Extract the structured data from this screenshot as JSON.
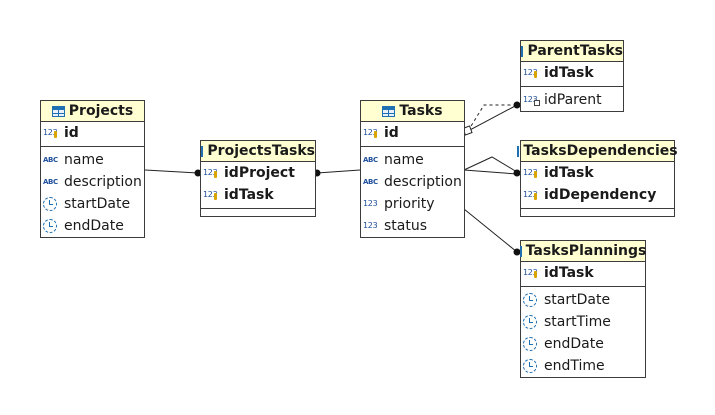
{
  "entities": {
    "projects": {
      "name": "Projects",
      "keys": [
        {
          "name": "id",
          "icon": "number-key-icon"
        }
      ],
      "attrs": [
        {
          "name": "name",
          "icon": "text-icon"
        },
        {
          "name": "description",
          "icon": "text-icon"
        },
        {
          "name": "startDate",
          "icon": "clock-icon"
        },
        {
          "name": "endDate",
          "icon": "clock-icon"
        }
      ]
    },
    "projects_tasks": {
      "name": "ProjectsTasks",
      "keys": [
        {
          "name": "idProject",
          "icon": "number-key-icon"
        },
        {
          "name": "idTask",
          "icon": "number-key-icon"
        }
      ],
      "attrs": []
    },
    "tasks": {
      "name": "Tasks",
      "keys": [
        {
          "name": "id",
          "icon": "number-key-icon"
        }
      ],
      "attrs": [
        {
          "name": "name",
          "icon": "text-icon"
        },
        {
          "name": "description",
          "icon": "text-icon"
        },
        {
          "name": "priority",
          "icon": "number-icon"
        },
        {
          "name": "status",
          "icon": "number-icon"
        }
      ]
    },
    "parent_tasks": {
      "name": "ParentTasks",
      "keys": [
        {
          "name": "idTask",
          "icon": "number-key-icon"
        }
      ],
      "attrs": [
        {
          "name": "idParent",
          "icon": "number-fk-icon"
        }
      ]
    },
    "tasks_dependencies": {
      "name": "TasksDependencies",
      "keys": [
        {
          "name": "idTask",
          "icon": "number-key-icon"
        },
        {
          "name": "idDependency",
          "icon": "number-key-icon"
        }
      ],
      "attrs": []
    },
    "tasks_plannings": {
      "name": "TasksPlannings",
      "keys": [
        {
          "name": "idTask",
          "icon": "number-key-icon"
        }
      ],
      "attrs": [
        {
          "name": "startDate",
          "icon": "clock-icon"
        },
        {
          "name": "startTime",
          "icon": "clock-icon"
        },
        {
          "name": "endDate",
          "icon": "clock-icon"
        },
        {
          "name": "endTime",
          "icon": "clock-icon"
        }
      ]
    }
  },
  "icon_glyphs": {
    "number": "123",
    "text": "ABC"
  },
  "colors": {
    "header_bg": "#ffffd2",
    "border": "#3c3c3c",
    "icon_blue": "#1f4f9b",
    "key_gold": "#d9a300"
  }
}
